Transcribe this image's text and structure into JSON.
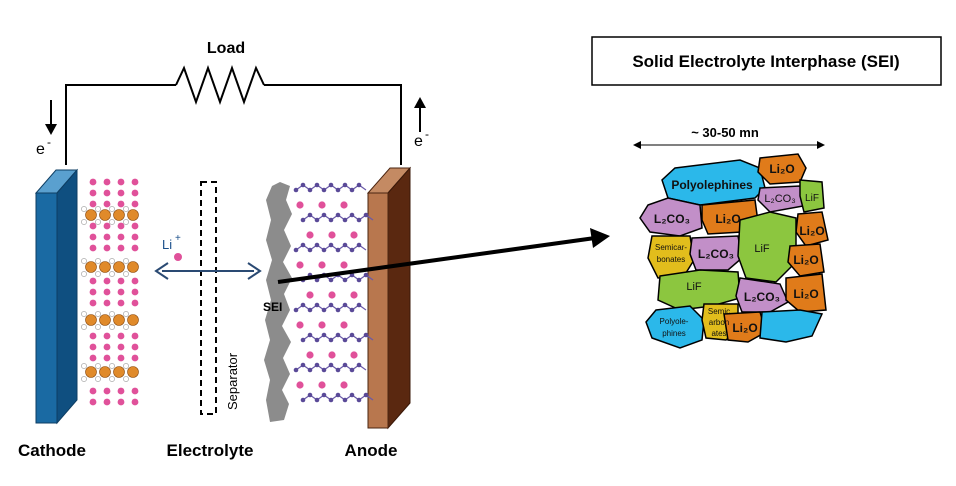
{
  "labels": {
    "load": "Load",
    "electron_left": "e",
    "electron_right": "e",
    "electron_sup": "-",
    "li_ion": "Li",
    "li_sup": "+",
    "separator": "Separator",
    "sei": "SEI",
    "cathode": "Cathode",
    "electrolyte": "Electrolyte",
    "anode": "Anode",
    "sei_title": "Solid Electrolyte Interphase (SEI)",
    "thickness": "~ 30-50 mn"
  },
  "sei_grains": {
    "polyolephines_top": "Polyolephines",
    "li2o_1": "Li₂O",
    "l2co3_1": "L₂CO₃",
    "lif_1": "LiF",
    "l2co3_2": "L₂CO₃",
    "li2o_2": "Li₂O",
    "li2o_3": "Li₂O",
    "semicarbonates_1_line1": "Semicar-",
    "semicarbonates_1_line2": "bonates",
    "l2co3_3": "L₂CO₃",
    "lif_2": "LiF",
    "li2o_4": "Li₂O",
    "lif_3": "LiF",
    "l2co3_4": "L₂CO₃",
    "li2o_5": "Li₂O",
    "polyolephines_bottom_line1": "Polyole-",
    "polyolephines_bottom_line2": "phines",
    "semicarbonates_2_line1": "Semic",
    "semicarbonates_2_line2": "arbon",
    "semicarbonates_2_line3": "ates",
    "li2o_6": "Li₂O"
  },
  "colors": {
    "cathode_blue": "#1a6aa3",
    "anode_brown": "#b8774e",
    "sei_blue": "#2bb8ea",
    "sei_orange": "#e07b1a",
    "sei_purple": "#c28fc8",
    "sei_green": "#8cc63f",
    "sei_yellow": "#e2bd1c",
    "ion_pink": "#e0519a",
    "atom_orange": "#e08a2a",
    "arrow_navy": "#2a4a73"
  }
}
